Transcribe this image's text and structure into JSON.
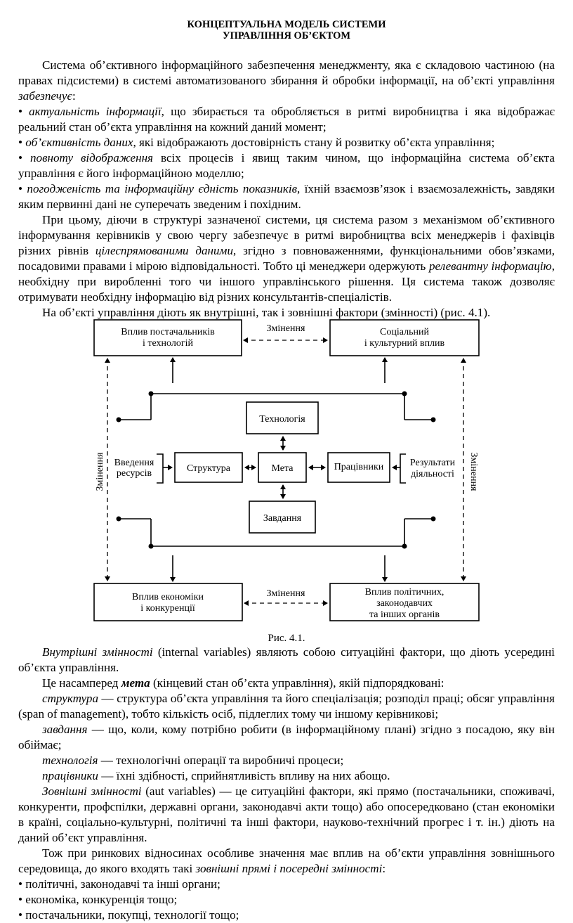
{
  "title": {
    "line1": "КОНЦЕПТУАЛЬНА МОДЕЛЬ СИСТЕМИ",
    "line2": "УПРАВЛІННЯ ОБ’ЄКТОМ"
  },
  "intro": {
    "p1": "Система об’єктивного інформаційного забезпечення менеджменту, яка є складовою частиною (на правах підсистеми) в системі автоматизованого збирання й обробки інформації, на об’єкті управління ",
    "p1_em": "забезпечує",
    "p1_end": ":",
    "bullet": "•",
    "b1_em": "актуальність інформації",
    "b1": ", що збирається та обробляється в ритмі виробництва і яка відображає реальний стан об’єкта управління на кожний даний момент;",
    "b2_em": "об’єктивність даних",
    "b2": ", які відображають достовірність стану й розвитку об’єкта управління;",
    "b3_em": "повноту відображення",
    "b3": " всіх процесів і явищ таким чином, що інформаційна система об’єкта управління є його інформаційною моделлю;",
    "b4_em": "погодженість та інформаційну єдність показників",
    "b4": ", їхній взаємозв’язок і взаємозалежність, завдяки яким первинні дані не суперечать зведеним і похідним.",
    "p2a": "При цьому, діючи в структурі зазначеної системи, ця система разом з механізмом об’єктивного інформування керівників у свою чергу забезпечує в ритмі виробництва всіх менеджерів і фахівців різних рівнів ",
    "p2_em1": "цілеспрямованими даними",
    "p2b": ", згідно з повноваженнями, функціональними обов’язками, посадовими правами і мірою відповідальності. Тобто ці менеджери одержують ",
    "p2_em2": "релевантну інформацію",
    "p2c": ", необхідну при виробленні того чи іншого управлінського рішення. Ця система також дозволяє отримувати необхідну інформацію від різних консультантів-спеціалістів.",
    "p3": "На об’єкті управління діють як внутрішні, так і зовнішні фактори (змінності) (рис. 4.1)."
  },
  "diagram": {
    "box_tl_1": "Вплив постачальників",
    "box_tl_2": "і технологій",
    "box_tr_1": "Соціальний",
    "box_tr_2": "і культурний вплив",
    "box_bl_1": "Вплив економіки",
    "box_bl_2": "і конкуренції",
    "box_br_1": "Вплив політичних,",
    "box_br_2": "законодавчих",
    "box_br_3": "та інших органів",
    "change_label": "Змінення",
    "tech": "Технологія",
    "goal": "Мета",
    "structure": "Структура",
    "workers": "Працівники",
    "tasks": "Завдання",
    "input_1": "Введення",
    "input_2": "ресурсів",
    "result_1": "Результати",
    "result_2": "діяльності"
  },
  "caption": "Рис. 4.1.",
  "body": {
    "p4_em": "Внутрішні змінності",
    "p4": " (internal variables) являють собою ситуаційні фактори, що діють усередині об’єкта управління.",
    "p5a": "Це насамперед ",
    "p5_bold": "мета",
    "p5b": " (кінцевий стан об’єкта управління), якій підпорядковані:",
    "d1_em": "структура",
    "d1": " — структура об’єкта управління та його спеціалізація; розподіл праці; обсяг управління (span of management), тобто кількість осіб, підлеглих тому чи іншому керівникові;",
    "d2_em": "завдання",
    "d2": " — що, коли, кому потрібно робити (в інформаційному плані) згідно з посадою, яку він обіймає;",
    "d3_em": "технологія",
    "d3": " — технологічні операції та виробничі процеси;",
    "d4_em": "працівники",
    "d4": " — їхні здібності, сприйнятливість впливу на них абощо.",
    "p6_em": "Зовнішні змінності",
    "p6": " (aut variables) — це ситуаційні фактори, які прямо (постачальники, споживачі, конкуренти, профспілки, державні органи, законодавчі акти тощо) або опосередковано (стан економіки в країні, соціально-культурні, політичні та інші фактори, науково-технічний прогрес і т. ін.) діють на даний об’єкт управління.",
    "p7a": "Тож при ринкових відносинах особливе значення має вплив на об’єкти управління зовнішнього середовища, до якого входять такі ",
    "p7_em": "зовнішні прямі і посередні змінності",
    "p7b": ":",
    "l1": "політичні, законодавчі та інші органи;",
    "l2": "економіка, конкуренція тощо;",
    "l3": "постачальники, покупці, технології тощо;"
  }
}
